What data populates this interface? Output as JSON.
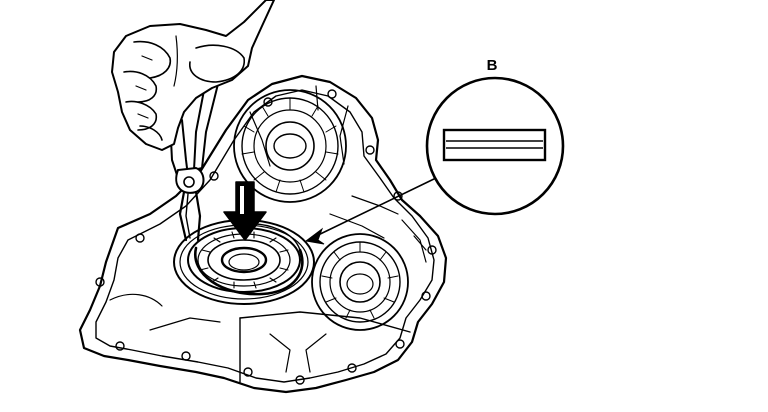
{
  "diagram": {
    "callout_label": "B",
    "colors": {
      "ink": "#000000",
      "paper": "#ffffff"
    },
    "parts": [
      "hand",
      "snap-ring-pliers",
      "install-direction-arrow",
      "bearing",
      "snap-ring",
      "transmission-housing",
      "countershaft-bearing",
      "mainshaft-bearing-bore",
      "detail-circle-b",
      "snap-ring-cross-section"
    ]
  }
}
